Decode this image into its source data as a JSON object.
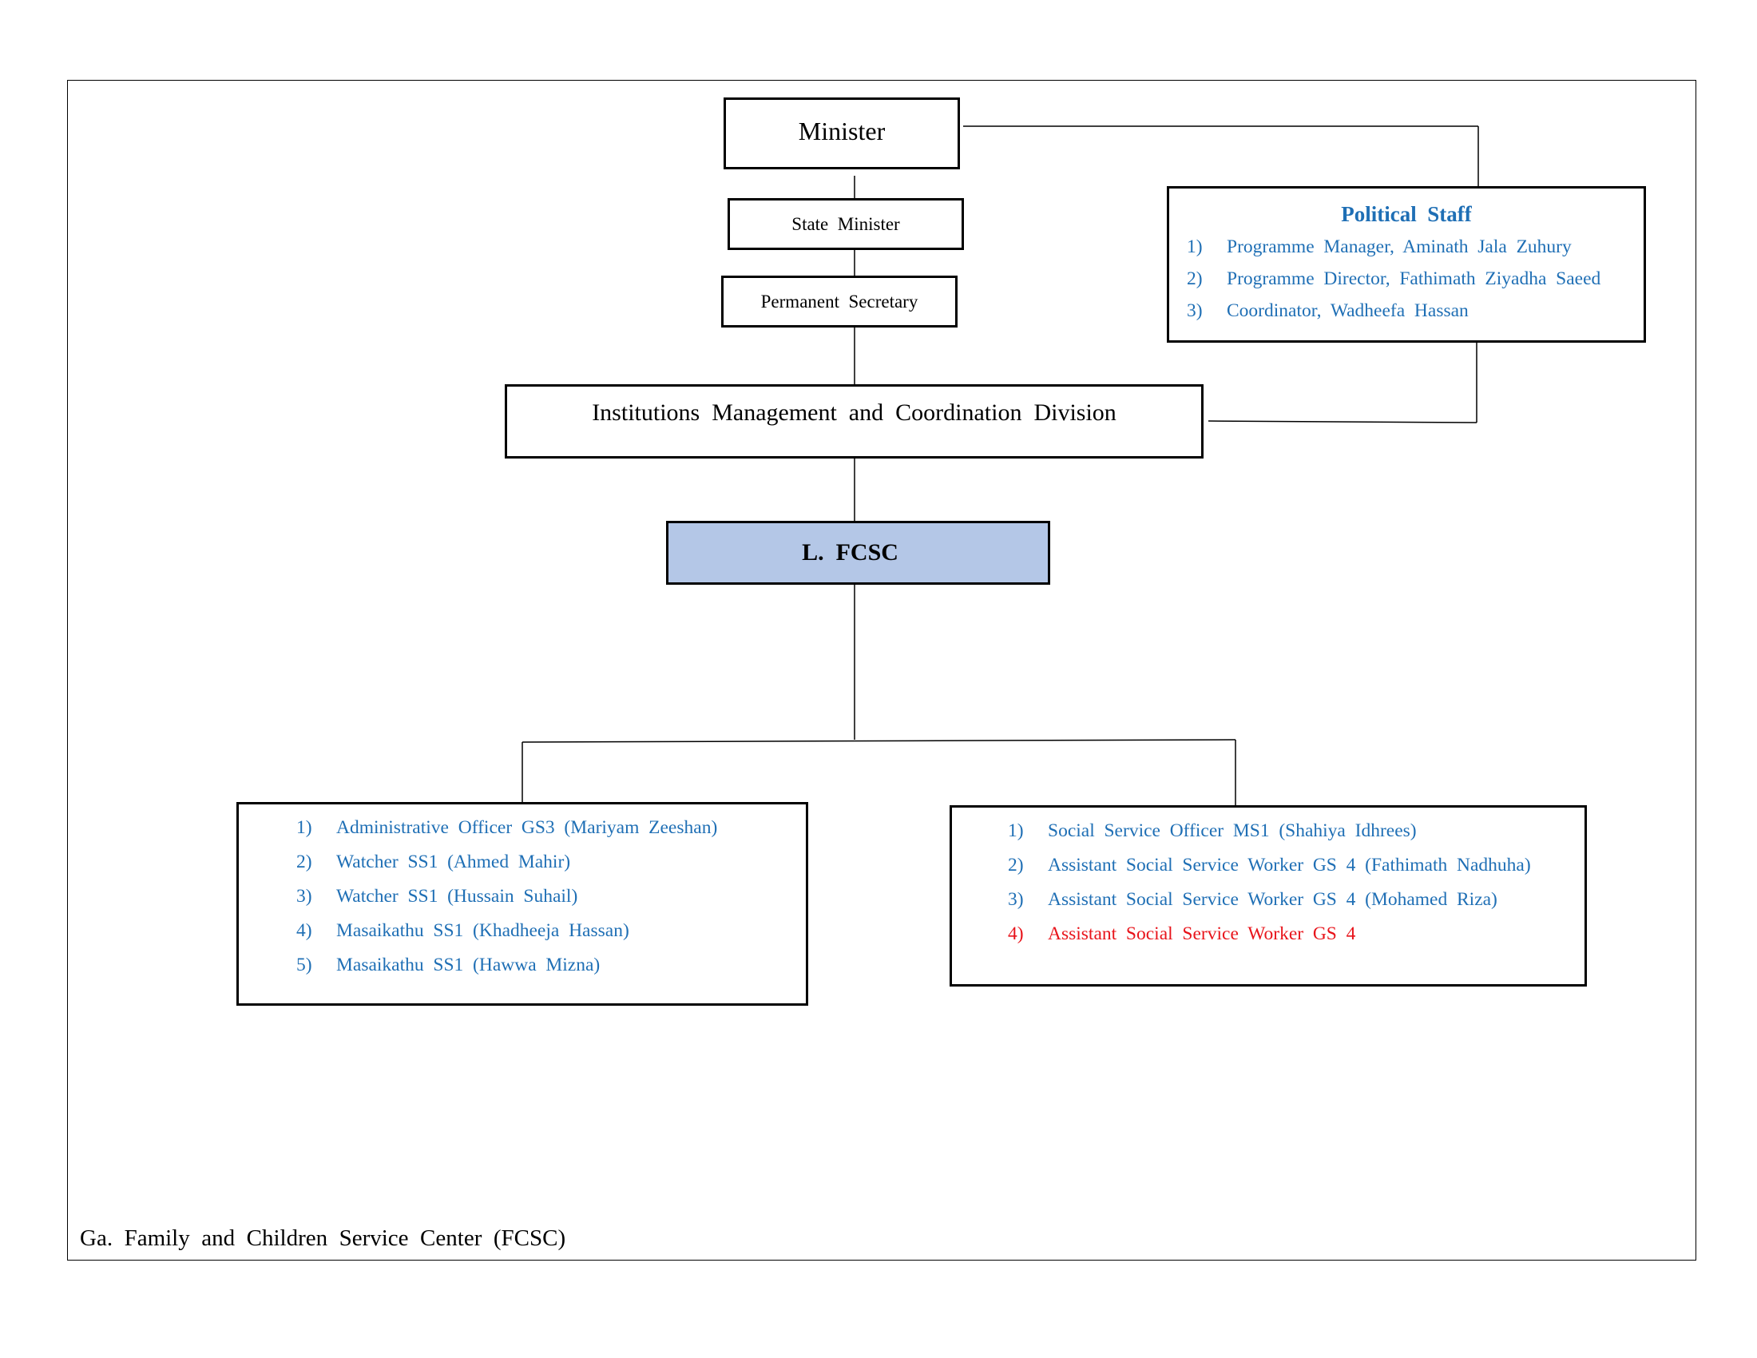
{
  "chart": {
    "minister": "Minister",
    "state_minister": "State  Minister",
    "permanent_secretary": "Permanent  Secretary",
    "division": "Institutions  Management  and  Coordination  Division",
    "center": "L.  FCSC",
    "political_staff": {
      "title": "Political  Staff",
      "items": [
        {
          "num": "1)",
          "text": "Programme  Manager,  Aminath  Jala  Zuhury"
        },
        {
          "num": "2)",
          "text": "Programme  Director,  Fathimath  Ziyadha  Saeed"
        },
        {
          "num": "3)",
          "text": "Coordinator,  Wadheefa  Hassan"
        }
      ]
    },
    "left_staff": [
      {
        "num": "1)",
        "text": "Administrative  Officer  GS3  (Mariyam  Zeeshan)"
      },
      {
        "num": "2)",
        "text": "Watcher  SS1  (Ahmed  Mahir)"
      },
      {
        "num": "3)",
        "text": "Watcher  SS1  (Hussain  Suhail)"
      },
      {
        "num": "4)",
        "text": "Masaikathu  SS1  (Khadheeja  Hassan)"
      },
      {
        "num": "5)",
        "text": "Masaikathu  SS1  (Hawwa  Mizna)"
      }
    ],
    "right_staff": [
      {
        "num": "1)",
        "text": "Social  Service  Officer  MS1  (Shahiya  Idhrees)"
      },
      {
        "num": "2)",
        "text": "Assistant  Social  Service  Worker  GS  4  (Fathimath  Nadhuha)"
      },
      {
        "num": "3)",
        "text": "Assistant  Social  Service  Worker  GS  4  (Mohamed  Riza)"
      },
      {
        "num": "4)",
        "text": "Assistant  Social  Service  Worker  GS  4"
      }
    ],
    "caption": "Ga.  Family  and  Children  Service  Center  (FCSC)"
  },
  "colors": {
    "staff_text": "#1f6fb5",
    "vacant_text": "#e8141b",
    "center_fill": "#b4c7e7"
  }
}
